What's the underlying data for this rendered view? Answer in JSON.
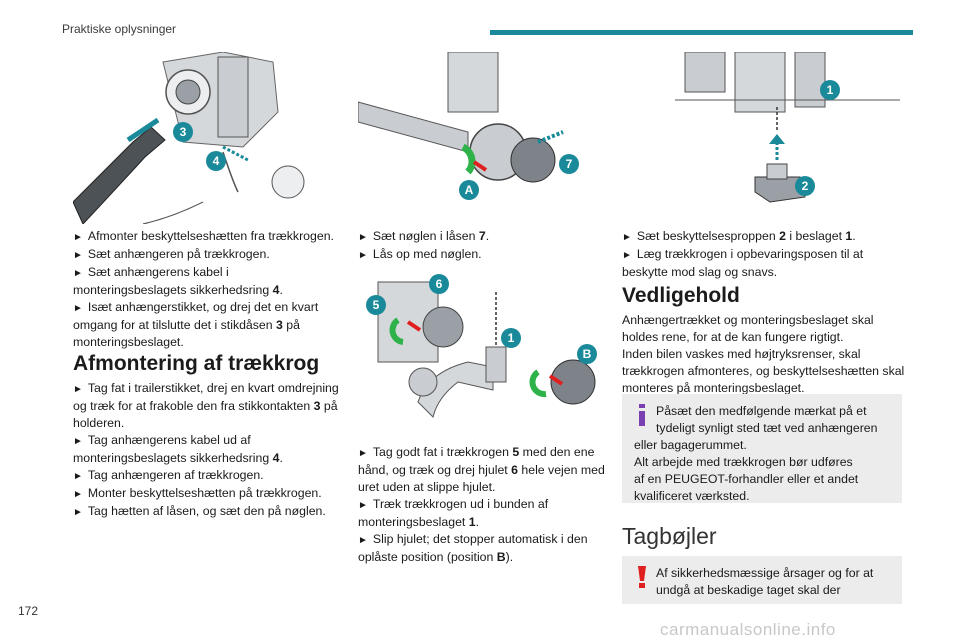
{
  "header": {
    "title": "Praktiske oplysninger",
    "accent_color": "#1a8a9a"
  },
  "figures": {
    "fig1_labels": [
      "3",
      "4"
    ],
    "fig2_labels": [
      "7",
      "A"
    ],
    "fig3_labels": [
      "5",
      "6",
      "1",
      "B"
    ],
    "fig4_labels": [
      "1",
      "2"
    ]
  },
  "col1": {
    "b1": "Afmonter beskyttelseshætten fra trækkrogen.",
    "b2": "Sæt anhængeren på trækkrogen.",
    "b3a": "Sæt anhængerens kabel i monteringsbeslagets sikkerhedsring ",
    "b3n": "4",
    "b3b": ".",
    "b4a": "Isæt anhængerstikket, og drej det en kvart omgang for at tilslutte det i stikdåsen ",
    "b4n": "3",
    "b4b": " på monteringsbeslaget.",
    "heading": "Afmontering af trækkrog",
    "c1": "Tag fat i trailerstikket, drej en kvart omdrejning og træk for at frakoble den fra stikkontakten ",
    "c1n": "3",
    "c1b": " på holderen.",
    "c2a": "Tag anhængerens kabel ud af monteringsbeslagets sikkerhedsring ",
    "c2n": "4",
    "c2b": ".",
    "c3": "Tag anhængeren af trækkrogen.",
    "c4": "Monter beskyttelseshætten på trækkrogen.",
    "c5": "Tag hætten af låsen, og sæt den på nøglen."
  },
  "col2": {
    "a1": "Sæt nøglen i låsen ",
    "a1n": "7",
    "a1b": ".",
    "a2": "Lås op med nøglen.",
    "d1a": "Tag godt fat i trækkrogen ",
    "d1n": "5",
    "d1b": " med den ene hånd, og træk og drej hjulet ",
    "d1n2": "6",
    "d1c": " hele vejen med uret uden at slippe hjulet.",
    "d2a": "Træk trækkrogen ud i bunden af monteringsbeslaget ",
    "d2n": "1",
    "d2b": ".",
    "d3a": "Slip hjulet; det stopper automatisk i den oplåste position (position ",
    "d3n": "B",
    "d3b": ")."
  },
  "col3": {
    "e1a": "Sæt beskyttelsesproppen ",
    "e1n": "2",
    "e1b": " i beslaget ",
    "e1n2": "1",
    "e1c": ".",
    "e2": "Læg trækkrogen i opbevaringsposen til at beskytte mod slag og snavs.",
    "heading": "Vedligehold",
    "p1": "Anhængertrækket og monteringsbeslaget skal holdes rene, for at de kan fungere rigtigt.",
    "p2": "Inden bilen vaskes med højtryksrenser, skal trækkrogen afmonteres, og beskyttelseshætten skal monteres på monteringsbeslaget.",
    "info_l1": "Påsæt den medfølgende mærkat på et",
    "info_l2": "tydeligt synligt sted tæt ved anhængeren",
    "info_l3": "eller bagagerummet.",
    "info_l4": "Alt arbejde med trækkrogen bør udføres",
    "info_l5": "af en PEUGEOT-forhandler eller et andet",
    "info_l6": "kvalificeret værksted.",
    "heading2": "Tagbøjler",
    "warn_l1": "Af sikkerhedsmæssige årsager og for at",
    "warn_l2": "undgå at beskadige taget skal der"
  },
  "footer": {
    "page_number": "172",
    "watermark": "carmanualsonline.info"
  },
  "colors": {
    "teal": "#1a8a9a",
    "green": "#2fb24a",
    "red": "#e02020",
    "info_purple": "#7a3fb0",
    "warn_red": "#e02020"
  }
}
